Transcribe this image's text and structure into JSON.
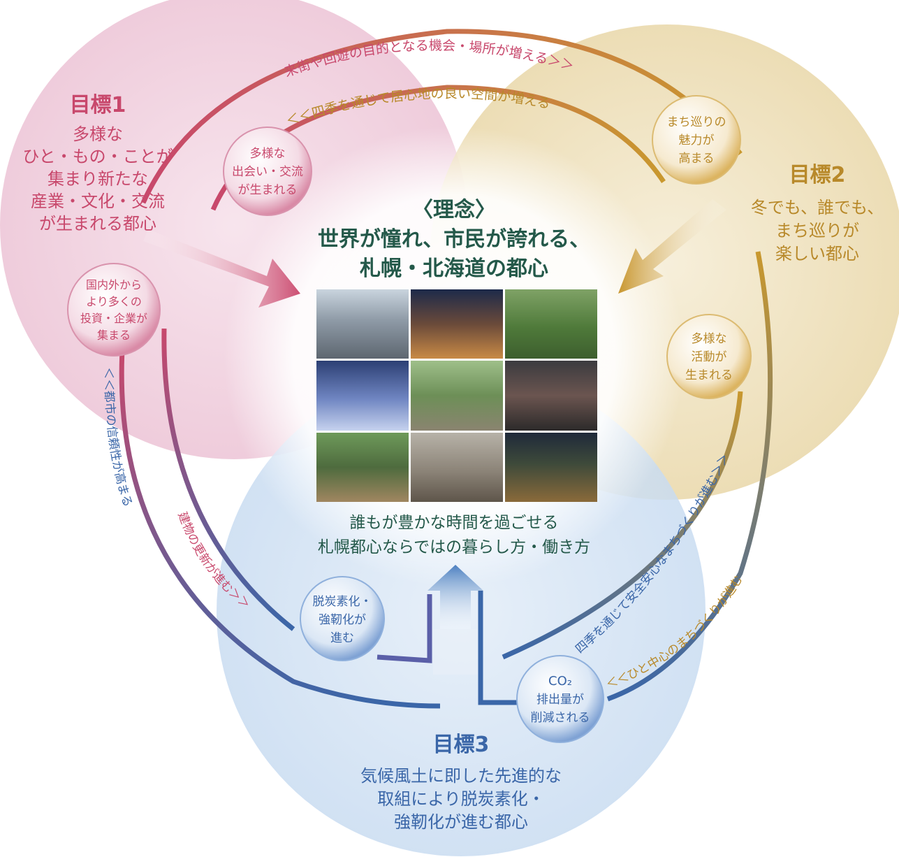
{
  "colors": {
    "pink": "#c8486c",
    "pink_fill": "#f2d6e3",
    "gold": "#b8892a",
    "gold_fill": "#efe3c2",
    "blue": "#3a66a8",
    "blue_fill": "#d3e2f3",
    "green_text": "#24594a"
  },
  "center": {
    "title": "〈理念〉",
    "line1": "世界が憧れ、市民が誇れる、",
    "line2": "札幌・北海道の都心",
    "caption1": "誰もが豊かな時間を過ごせる",
    "caption2": "札幌都心ならではの暮らし方・働き方"
  },
  "goals": [
    {
      "title": "目標1",
      "lines": [
        "多様な",
        "ひと・もの・ことが",
        "集まり新たな",
        "産業・文化・交流",
        "が生まれる都心"
      ]
    },
    {
      "title": "目標2",
      "lines": [
        "冬でも、誰でも、",
        "まち巡りが",
        "楽しい都心"
      ]
    },
    {
      "title": "目標3",
      "lines": [
        "気候風土に即した先進的な",
        "取組により脱炭素化・",
        "強靭化が進む都心"
      ]
    }
  ],
  "bubbles": [
    {
      "lines": [
        "多様な",
        "出会い・交流",
        "が生まれる"
      ]
    },
    {
      "lines": [
        "国内外から",
        "より多くの",
        "投資・企業が",
        "集まる"
      ]
    },
    {
      "lines": [
        "まち巡りの",
        "魅力が",
        "高まる"
      ]
    },
    {
      "lines": [
        "多様な",
        "活動が",
        "生まれる"
      ]
    },
    {
      "lines": [
        "脱炭素化・",
        "強靭化が",
        "進む"
      ]
    },
    {
      "lines": [
        "CO₂",
        "排出量が",
        "削減される"
      ]
    }
  ],
  "arc_labels": {
    "outer_top": "来街や回遊の目的となる機会・場所が増える＞＞",
    "inner_top": "＜＜四季を通じて居心地の良い空間が増える",
    "outer_left": "＜＜都市の信頼性が高まる",
    "inner_left": "建物の更新が進む＞＞",
    "inner_right": "四季を通じて安全安心なまちづくりが進む＞＞",
    "outer_right": "＜＜ひと中心のまちづくりが進む"
  }
}
